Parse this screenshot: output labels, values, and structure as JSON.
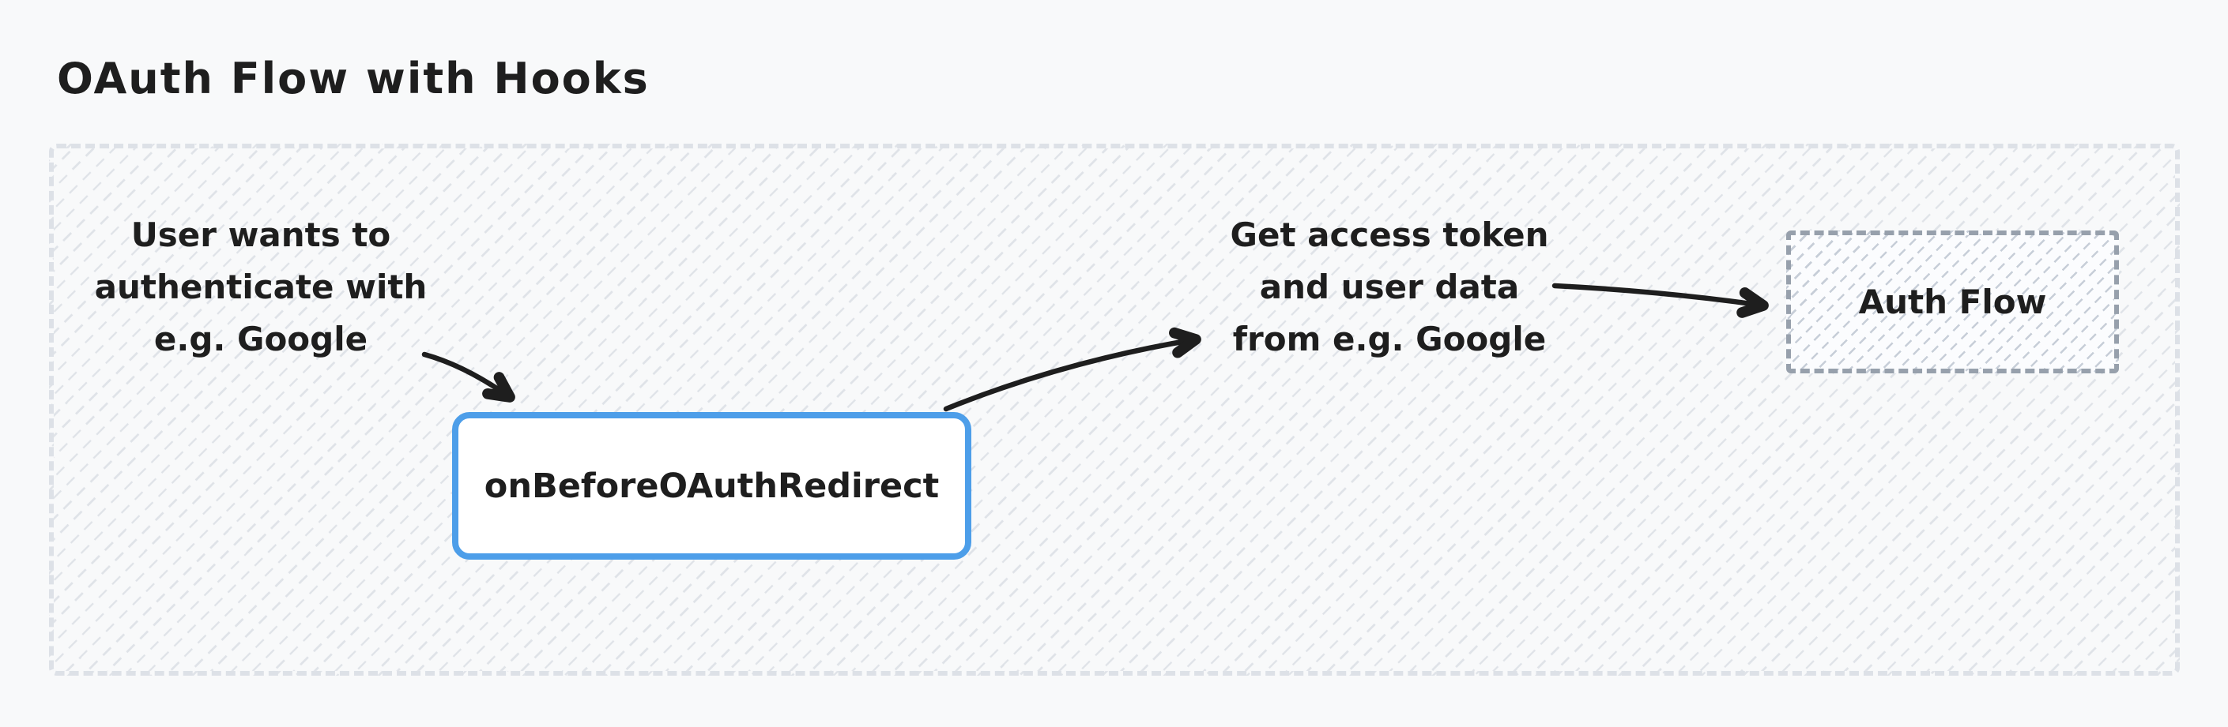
{
  "page": {
    "title": "OAuth Flow with Hooks"
  },
  "colors": {
    "page_background": "#f8f9fa",
    "text": "#1e1e1e",
    "arrow": "#1e1e1e",
    "hook_box_border": "#4d9ee9",
    "container_border": "#dde1e7",
    "auth_flow_border": "#97a0ac"
  },
  "notes": {
    "user_auth": {
      "lines": [
        "User wants to",
        "authenticate with",
        "e.g. Google"
      ]
    },
    "get_token": {
      "lines": [
        "Get access token",
        "and user data",
        "from e.g. Google"
      ]
    }
  },
  "nodes": {
    "hook": {
      "label": "onBeforeOAuthRedirect"
    },
    "auth_flow": {
      "label": "Auth Flow"
    }
  },
  "edges": [
    {
      "from": "user_auth_note",
      "to": "hook_node"
    },
    {
      "from": "hook_node",
      "to": "get_token_note"
    },
    {
      "from": "get_token_note",
      "to": "auth_flow_node"
    }
  ]
}
